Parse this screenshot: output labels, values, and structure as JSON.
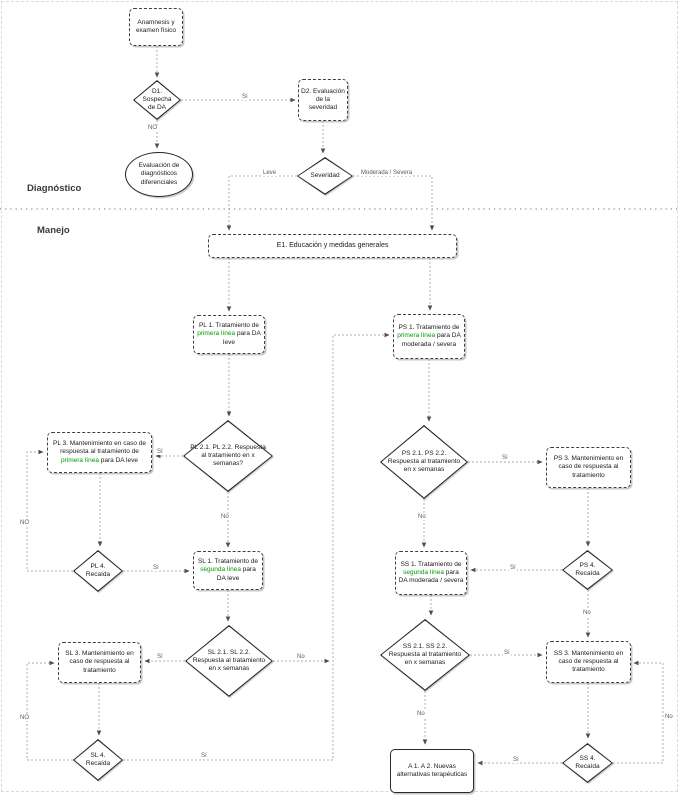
{
  "page": {
    "section_diagnostico": "Diagnóstico",
    "section_manejo": "Manejo"
  },
  "labels": {
    "si": "Sí",
    "no": "No",
    "no_caps": "NO",
    "leve": "Leve",
    "moderada_severa": "Moderada / Severa"
  },
  "colors": {
    "green_highlight": "#009900",
    "connector_gray": "#a3a3a3",
    "shape_border": "#2a2a2a"
  },
  "nodes": {
    "anamnesis": {
      "text": "Anamnesis y examen físico"
    },
    "d1": {
      "text": "D1. Sospecha de DA"
    },
    "d2": {
      "text": "D2. Evaluación de la severidad"
    },
    "diferenciales": {
      "text": "Evaluación de diagnósticos diferenciales"
    },
    "severidad": {
      "text": "Severidad"
    },
    "e1": {
      "text": "E1. Educación y medidas generales"
    },
    "pl1": {
      "t1": "PL 1. Tratamiento de ",
      "green": "primera línea",
      "t2": " para DA leve"
    },
    "pl2": {
      "text": "PL 2.1. PL 2.2. Respuesta al tratamiento en x semanas?"
    },
    "pl3": {
      "t1": "PL 3. Mantenimiento en caso de respuesta al tratamiento de ",
      "green": "primera línea",
      "t2": " para DA leve"
    },
    "pl4": {
      "text": "PL 4. Recaída"
    },
    "sl1": {
      "t1": "SL 1. Tratamiento de ",
      "green": "segunda línea",
      "t2": " para DA leve"
    },
    "sl2": {
      "text": "SL 2.1. SL 2.2. Respuesta al tratamiento en x semanas"
    },
    "sl3": {
      "text": "SL 3. Mantenimiento en caso de respuesta al tratamiento"
    },
    "sl4": {
      "text": "SL 4. Recaída"
    },
    "ps1": {
      "t1": "PS 1. Tratamiento de ",
      "green": "primera línea",
      "t2": " para DA moderada / severa"
    },
    "ps2": {
      "text": "PS 2.1. PS 2.2. Respuesta al tratamiento en x semanas"
    },
    "ps3": {
      "text": "PS 3. Mantenimiento en caso de respuesta al tratamiento"
    },
    "ps4": {
      "text": "PS 4. Recaída"
    },
    "ss1": {
      "t1": "SS 1. Tratamiento de ",
      "green": "segunda línea",
      "t2": " para DA moderada / severa"
    },
    "ss2": {
      "text": "SS 2.1. SS 2.2. Respuesta al tratamiento en x semanas"
    },
    "ss3": {
      "text": "SS 3. Mantenimiento en caso de respuesta al tratamiento"
    },
    "ss4": {
      "text": "SS 4. Recaída"
    },
    "alternativas": {
      "text": "A 1. A 2. Nuevas alternativas terapéuticas"
    }
  }
}
